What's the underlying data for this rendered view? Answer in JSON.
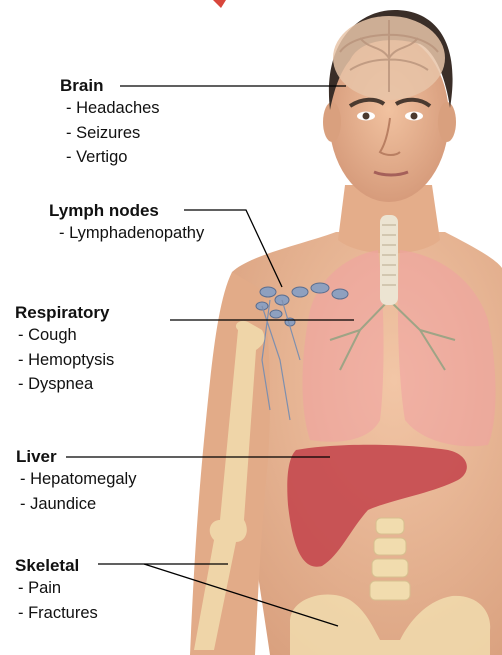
{
  "labels": {
    "brain": {
      "title": "Brain",
      "items": [
        "- Headaches",
        "- Seizures",
        "- Vertigo"
      ]
    },
    "lymph": {
      "title": "Lymph nodes",
      "items": [
        "- Lymphadenopathy"
      ]
    },
    "respiratory": {
      "title": "Respiratory",
      "items": [
        "- Cough",
        "- Hemoptysis",
        "- Dyspnea"
      ]
    },
    "liver": {
      "title": "Liver",
      "items": [
        "- Hepatomegaly",
        "- Jaundice"
      ]
    },
    "skeletal": {
      "title": "Skeletal",
      "items": [
        "- Pain",
        "- Fractures"
      ]
    }
  },
  "colors": {
    "skin": "#e9b896",
    "skin_shadow": "#d59a76",
    "hair": "#3a2e28",
    "lung": "#f0a0a2",
    "liver": "#c4464c",
    "bone": "#f1dcae",
    "lymph": "#8ea0bf",
    "leader_line": "#000000"
  }
}
